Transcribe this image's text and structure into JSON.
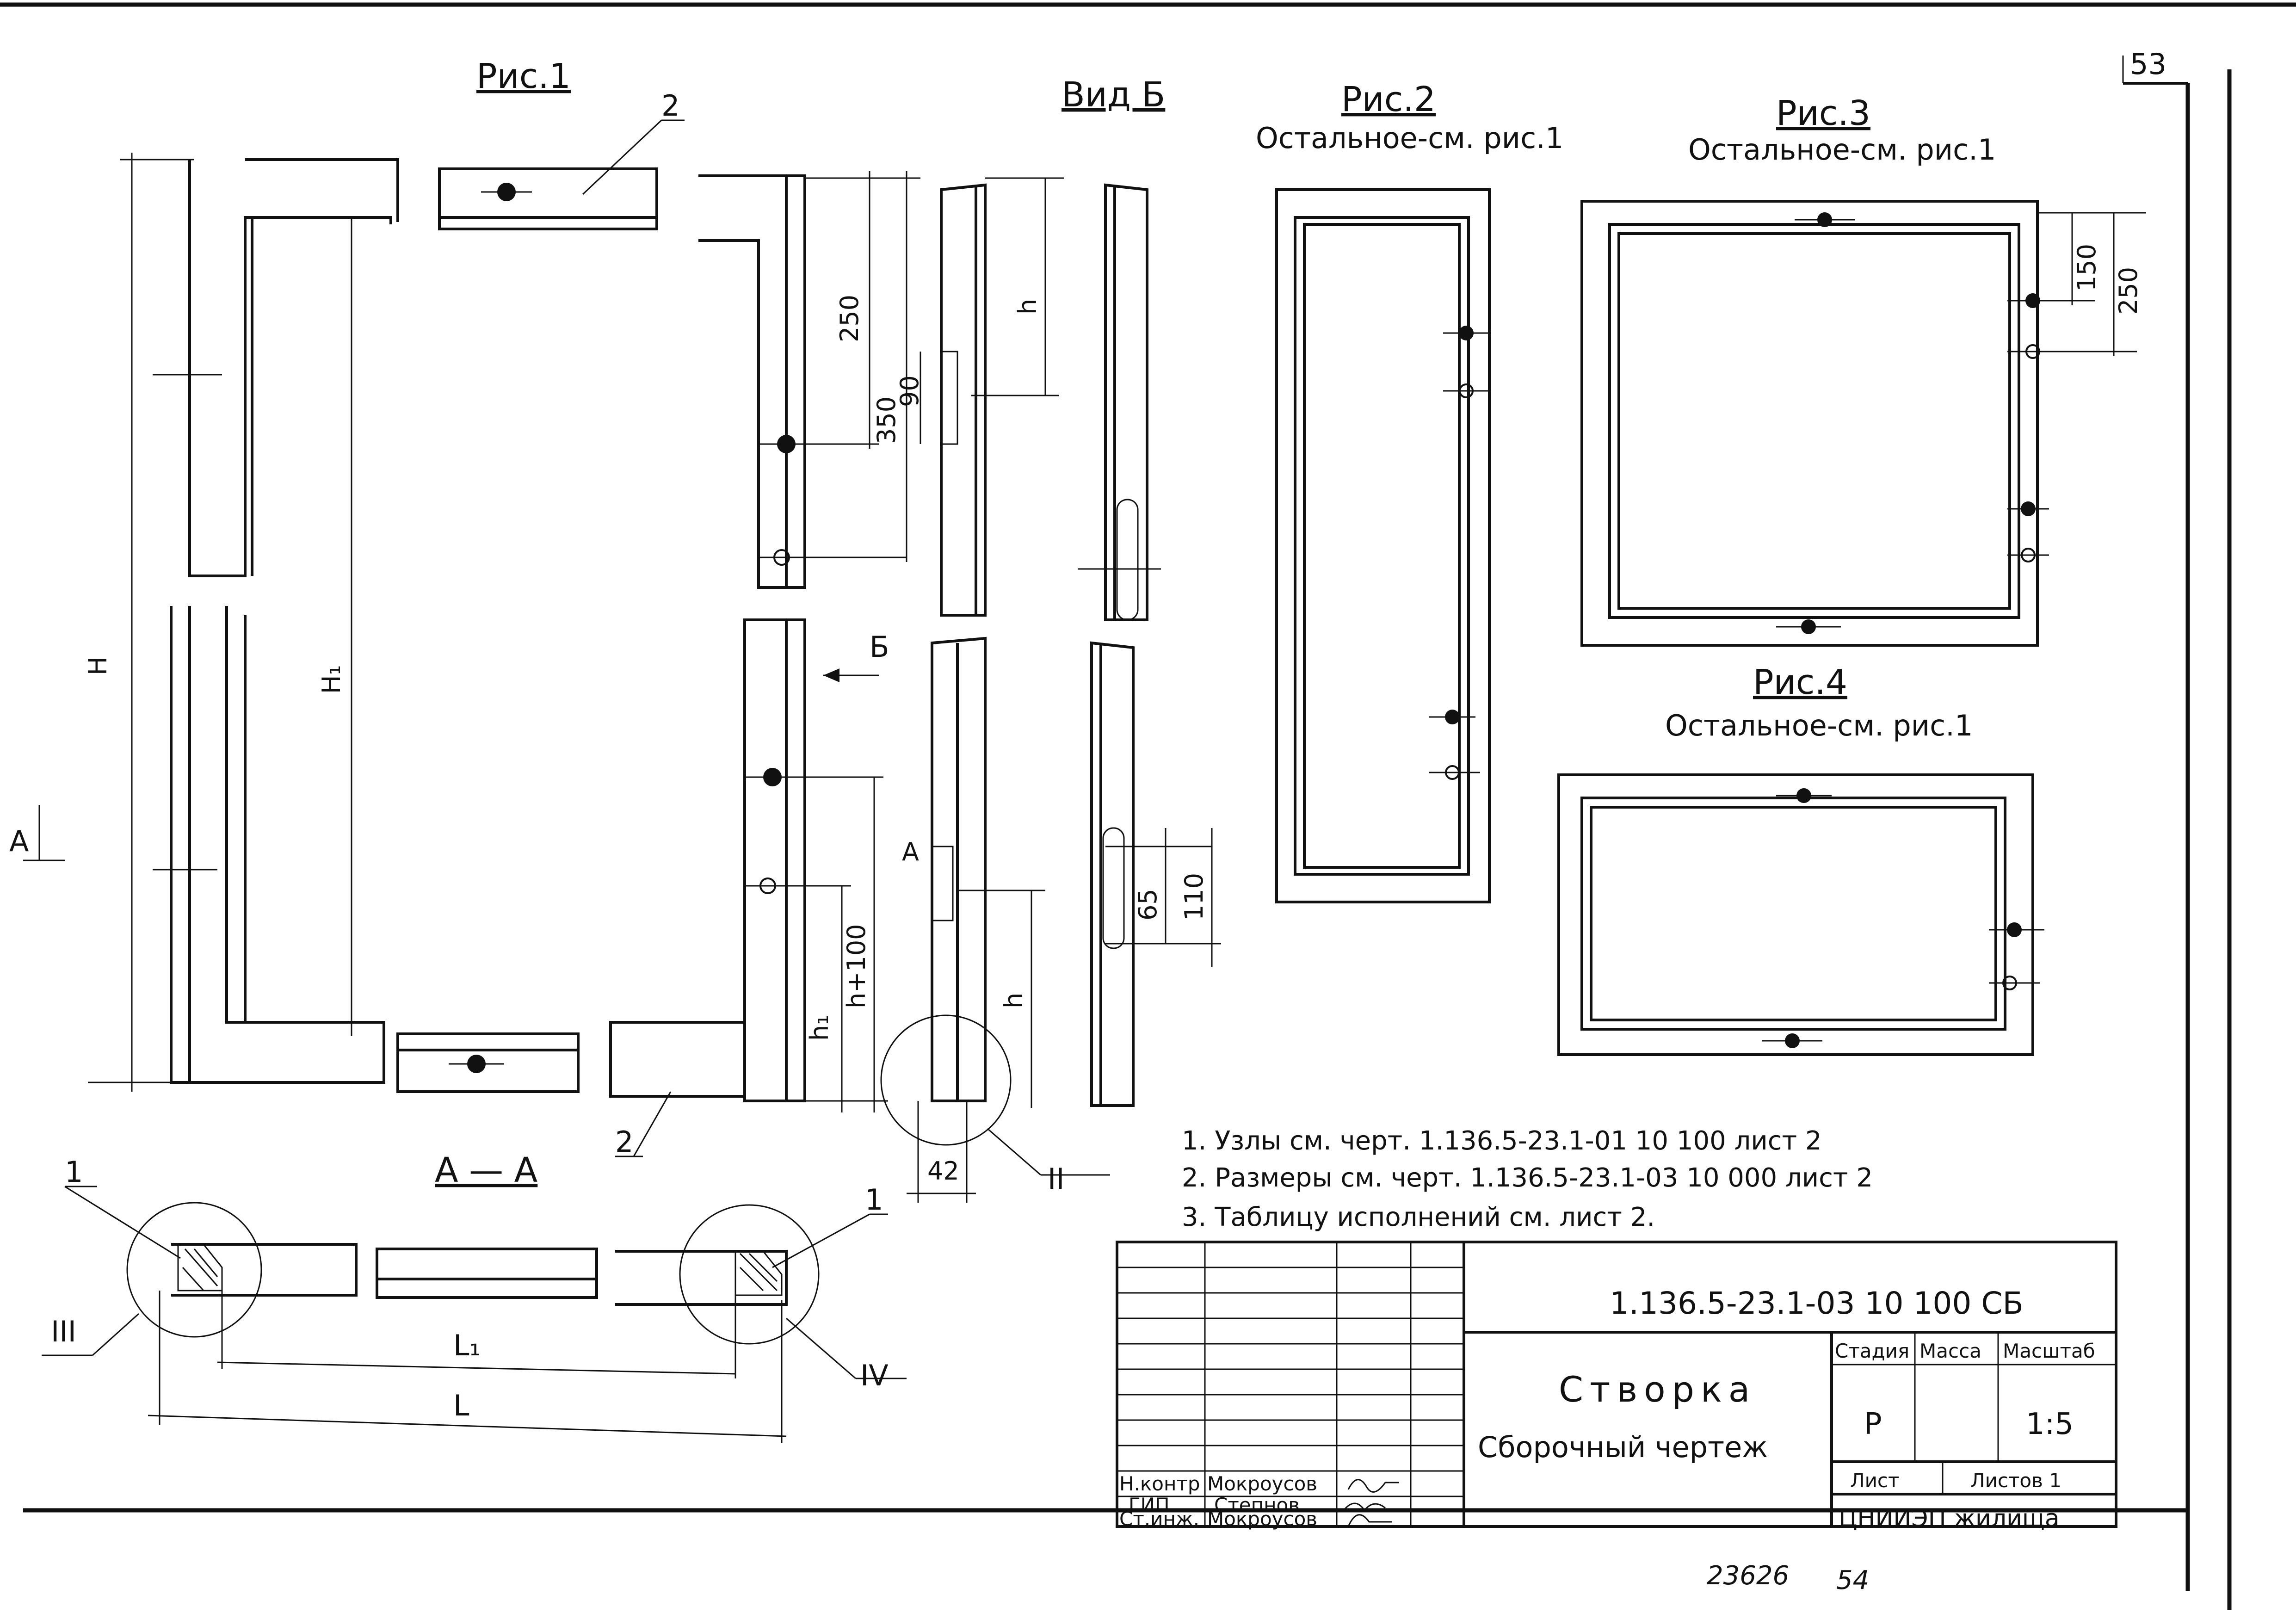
{
  "sheet_number": "53",
  "figures": {
    "fig1": "Рис.1",
    "view_b": "Вид Б",
    "fig2": "Рис.2",
    "fig2_note": "Остальное-см. рис.1",
    "fig3": "Рис.3",
    "fig3_note": "Остальное-см. рис.1",
    "fig4": "Рис.4",
    "fig4_note": "Остальное-см. рис.1",
    "section": "А — А"
  },
  "callouts": {
    "pos2_top": "2",
    "pos2_bottom": "2",
    "pos1_left": "1",
    "pos1_right": "1",
    "node_ii": "II",
    "node_iii": "III",
    "node_iv": "IV",
    "arrow_b": "Б",
    "arrow_a_left": "А",
    "arrow_a_small": "А"
  },
  "dimensions": {
    "H": "H",
    "H1": "H₁",
    "d250": "250",
    "d350": "350",
    "d90": "90",
    "h_top": "h",
    "h_plus_100": "h+100",
    "h1": "h₁",
    "h_bottom": "h",
    "d42": "42",
    "d65": "65",
    "d110": "110",
    "d150": "150",
    "d250_fig3": "250",
    "L1": "L₁",
    "L": "L"
  },
  "notes": [
    "1. Узлы см. черт. 1.136.5-23.1-01 10 100 лист 2",
    "2. Размеры см. черт. 1.136.5-23.1-03 10 000 лист 2",
    "3. Таблицу исполнений см. лист 2."
  ],
  "title_block": {
    "doc_code": "1.136.5-23.1-03 10 100 СБ",
    "title": "Створка",
    "subtitle": "Сборочный чертеж",
    "col_stage": "Стадия",
    "col_mass": "Масса",
    "col_scale": "Масштаб",
    "stage": "Р",
    "scale": "1:5",
    "sheet_label": "Лист",
    "sheets_label": "Листов 1",
    "org": "ЦНИИЭП жилища",
    "roles": [
      {
        "role": "Н.контр",
        "name": "Мокроусов"
      },
      {
        "role": "ГИП",
        "name": "Степнов"
      },
      {
        "role": "Ст.инж.",
        "name": "Мокроусов"
      }
    ]
  },
  "footer": {
    "inventory": "23626",
    "page": "54"
  }
}
